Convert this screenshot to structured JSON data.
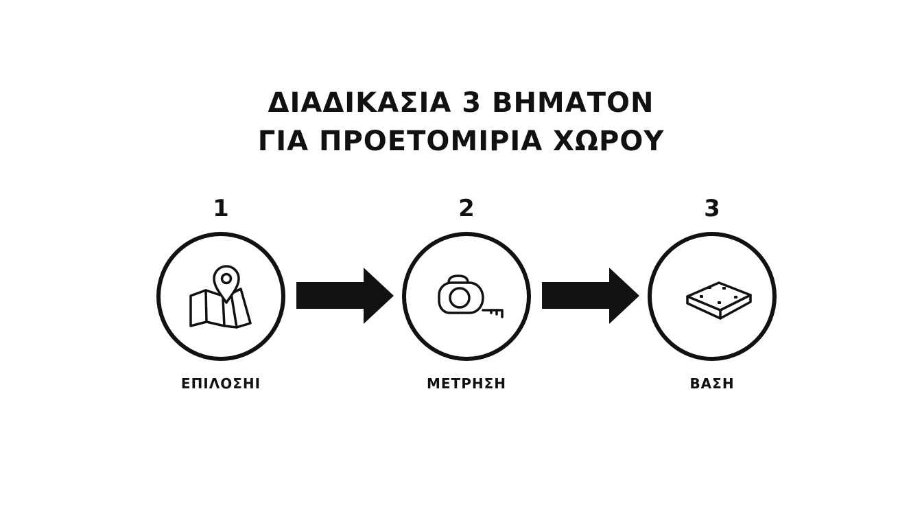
{
  "title": {
    "line1": "ΔΙΑΔΙΚΑΣΙΑ 3 ΒΗΜΑΤΟΝ",
    "line2": "ΓΙΑ ΠΡΟΕΤΟΜΙΡΙΑ ΧΩΡΟΥ"
  },
  "steps": [
    {
      "number": "1",
      "label": "ΕΠΙΛΟΣΗΙ",
      "icon": "map-pin-icon"
    },
    {
      "number": "2",
      "label": "ΜΕΤΡΗΣΗ",
      "icon": "tape-measure-icon"
    },
    {
      "number": "3",
      "label": "ΒΑΣΗ",
      "icon": "base-slab-icon"
    }
  ],
  "colors": {
    "ink": "#111111",
    "background": "#ffffff"
  }
}
